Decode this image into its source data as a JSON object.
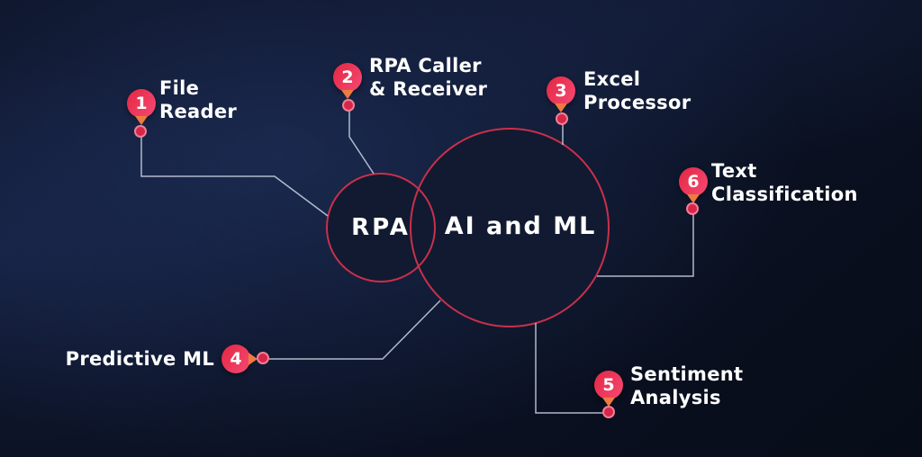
{
  "venn": {
    "small_circle_label": "RPA",
    "large_circle_label": "AI and ML"
  },
  "items": [
    {
      "number": "1",
      "lines": [
        "File",
        "Reader"
      ]
    },
    {
      "number": "2",
      "lines": [
        "RPA Caller",
        "& Receiver"
      ]
    },
    {
      "number": "3",
      "lines": [
        "Excel",
        "Processor"
      ]
    },
    {
      "number": "4",
      "lines": [
        "Predictive ML"
      ]
    },
    {
      "number": "5",
      "lines": [
        "Sentiment",
        "Analysis"
      ]
    },
    {
      "number": "6",
      "lines": [
        "Text",
        "Classification"
      ]
    }
  ],
  "colors": {
    "background": "#0a0f1e",
    "circle_fill": "#111a31",
    "circle_stroke": "#c9304b",
    "connector_line": "#c3cbdc",
    "pin_gradient_start": "#e62c4a",
    "pin_gradient_end": "#f2436a",
    "pin_tail": "#ee7b40",
    "dot_fill": "#d6274a",
    "dot_ring": "#f27f95",
    "text": "#ffffff"
  }
}
